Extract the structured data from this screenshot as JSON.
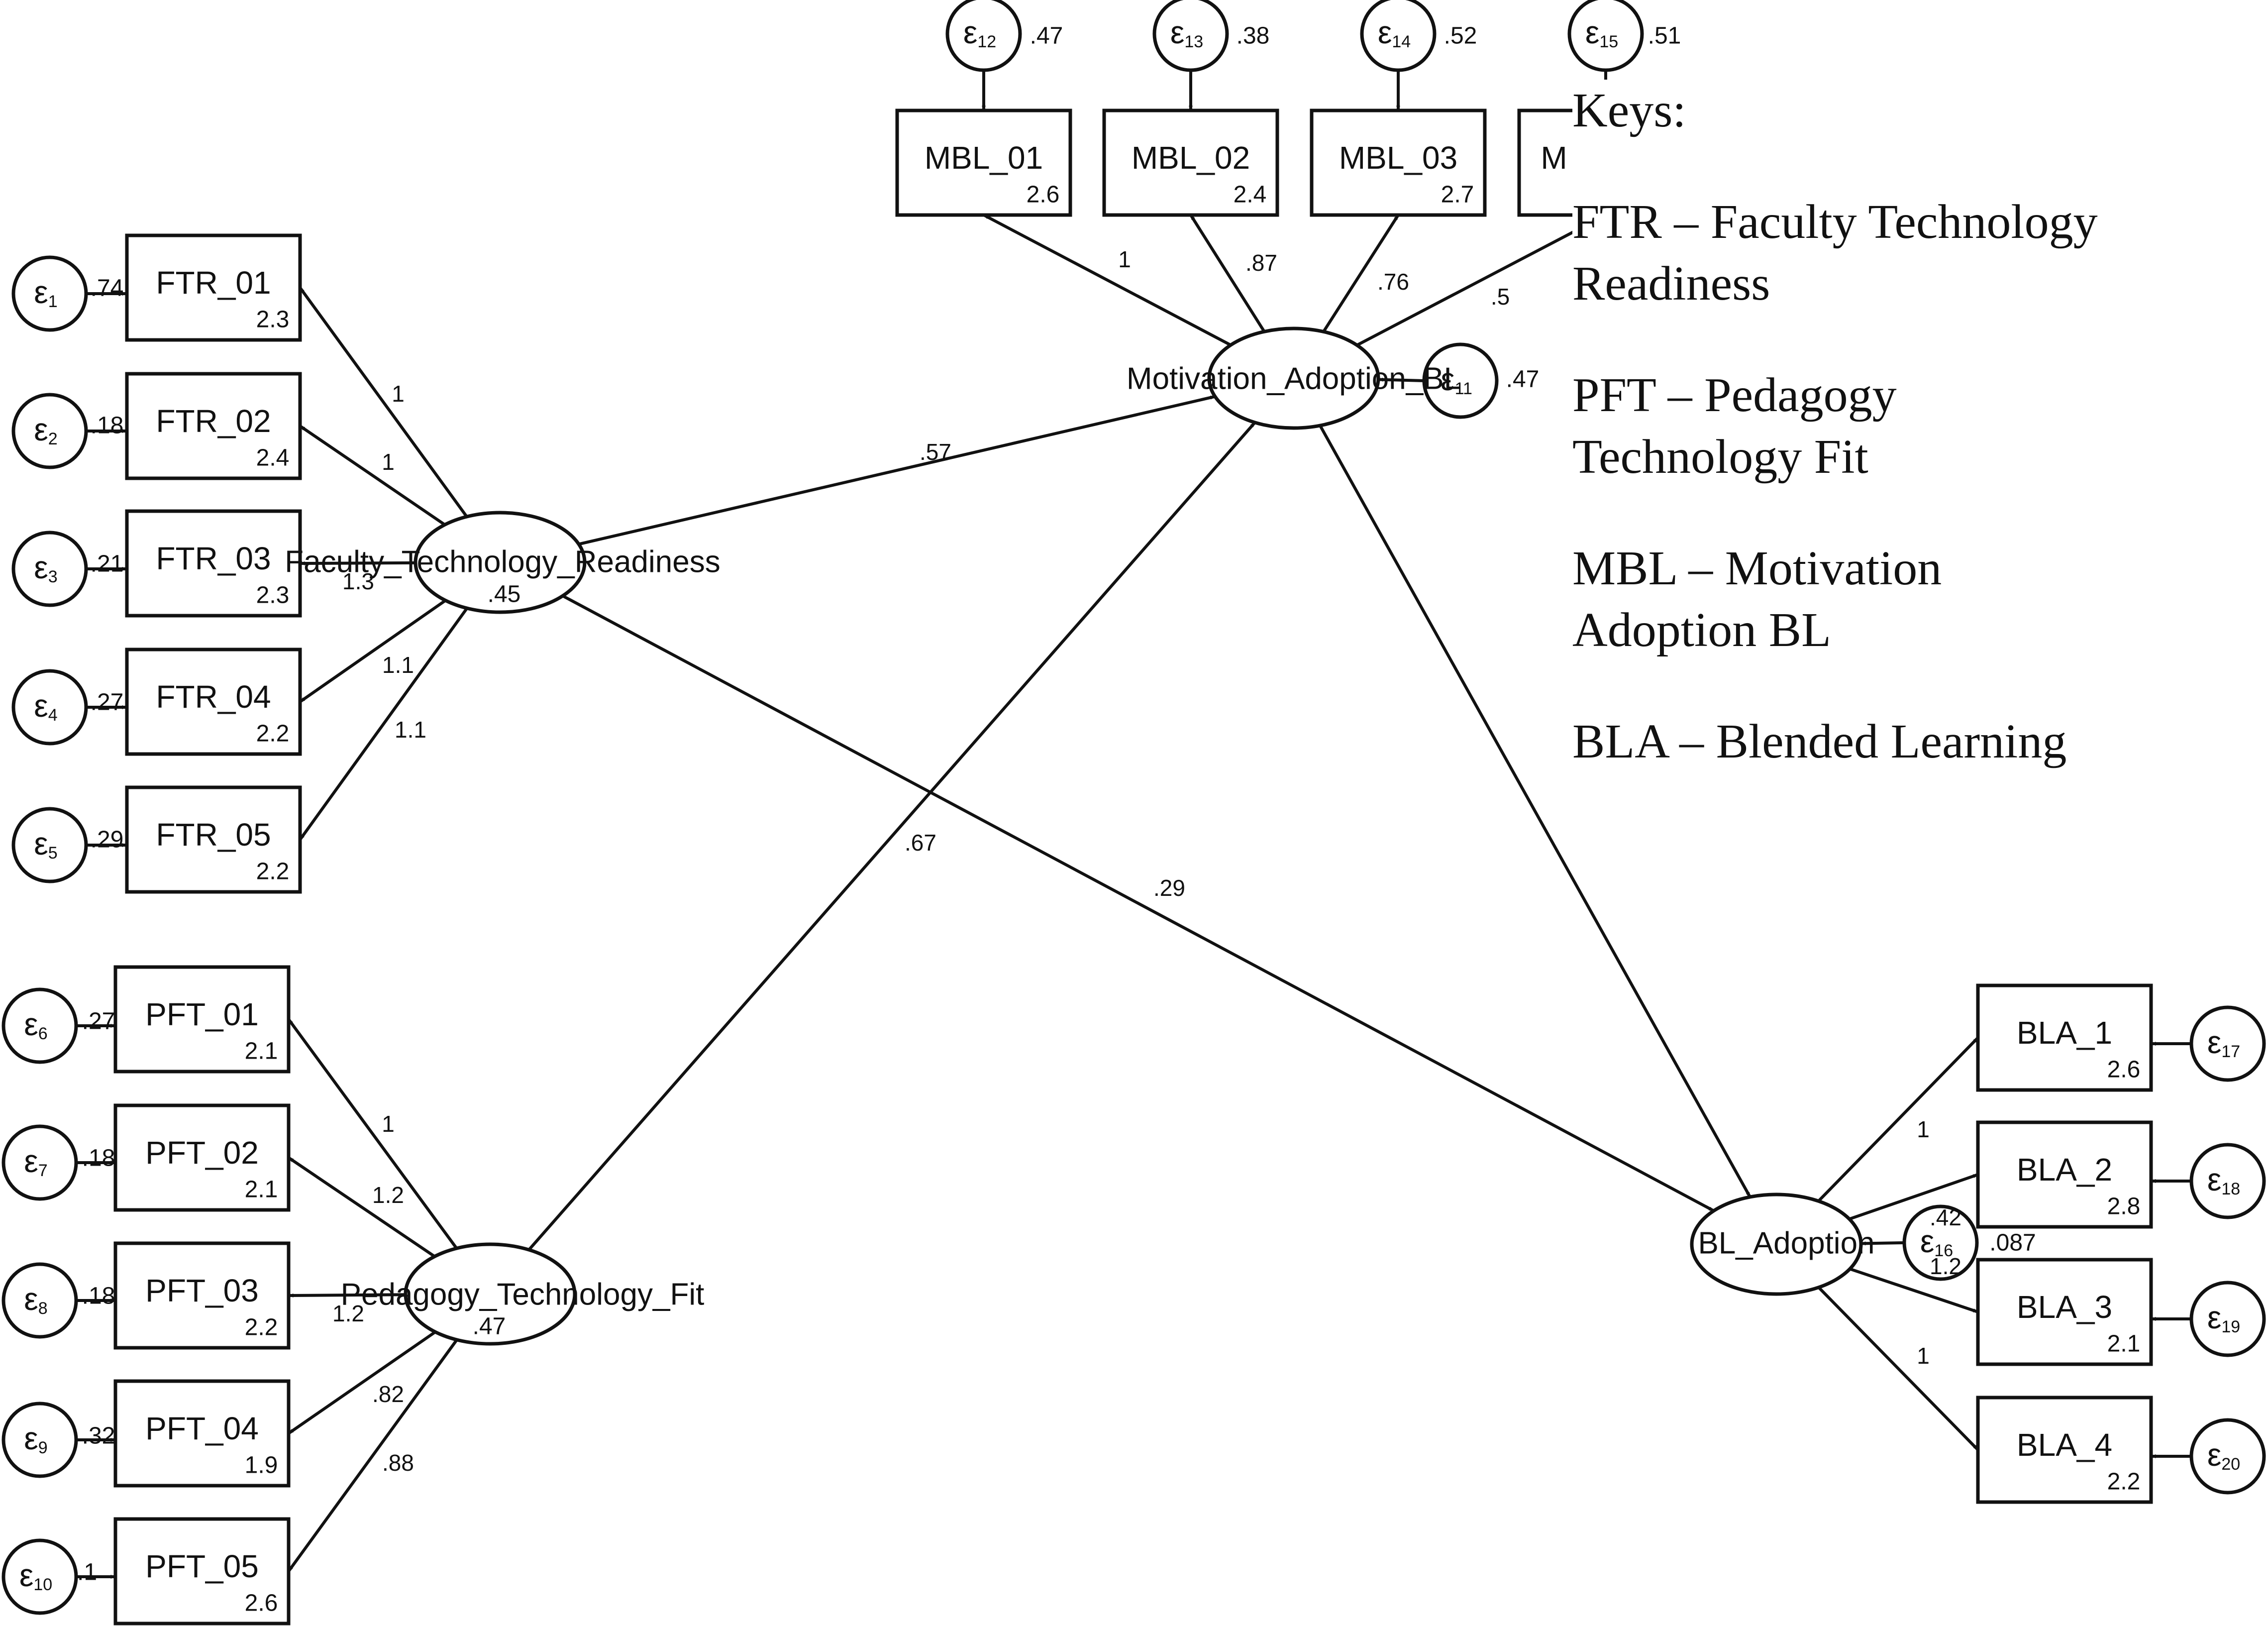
{
  "legend": {
    "title": "Keys:",
    "entries": [
      {
        "line1": "FTR – Faculty Technology",
        "line2": "Readiness"
      },
      {
        "line1": "PFT – Pedagogy",
        "line2": "Technology Fit"
      },
      {
        "line1": "MBL – Motivation",
        "line2": "Adoption BL"
      },
      {
        "line1": "BLA – Blended Learning",
        "line2": ""
      }
    ]
  },
  "latents": [
    {
      "id": "FTR",
      "name": "Faculty_Technology_Readiness",
      "variance": ".45"
    },
    {
      "id": "PFT",
      "name": "Pedagogy_Technology_Fit",
      "variance": ".47"
    },
    {
      "id": "MBL",
      "name": "Motivation_Adoption_BL",
      "variance": ""
    },
    {
      "id": "BLA",
      "name": "BL_Adoption",
      "variance": ""
    }
  ],
  "observed": [
    {
      "id": "FTR_01",
      "label": "FTR_01",
      "intercept": "2.3",
      "latent": "FTR",
      "loading": "1",
      "error": "1",
      "error_var": ".74"
    },
    {
      "id": "FTR_02",
      "label": "FTR_02",
      "intercept": "2.4",
      "latent": "FTR",
      "loading": "1",
      "error": "2",
      "error_var": ".18"
    },
    {
      "id": "FTR_03",
      "label": "FTR_03",
      "intercept": "2.3",
      "latent": "FTR",
      "loading": "1.3",
      "error": "3",
      "error_var": ".21"
    },
    {
      "id": "FTR_04",
      "label": "FTR_04",
      "intercept": "2.2",
      "latent": "FTR",
      "loading": "1.1",
      "error": "4",
      "error_var": ".27"
    },
    {
      "id": "FTR_05",
      "label": "FTR_05",
      "intercept": "2.2",
      "latent": "FTR",
      "loading": "1.1",
      "error": "5",
      "error_var": ".29"
    },
    {
      "id": "PFT_01",
      "label": "PFT_01",
      "intercept": "2.1",
      "latent": "PFT",
      "loading": "1",
      "error": "6",
      "error_var": ".27"
    },
    {
      "id": "PFT_02",
      "label": "PFT_02",
      "intercept": "2.1",
      "latent": "PFT",
      "loading": "1.2",
      "error": "7",
      "error_var": ".18"
    },
    {
      "id": "PFT_03",
      "label": "PFT_03",
      "intercept": "2.2",
      "latent": "PFT",
      "loading": "1.2",
      "error": "8",
      "error_var": ".18"
    },
    {
      "id": "PFT_04",
      "label": "PFT_04",
      "intercept": "1.9",
      "latent": "PFT",
      "loading": ".82",
      "error": "9",
      "error_var": ".32"
    },
    {
      "id": "PFT_05",
      "label": "PFT_05",
      "intercept": "2.6",
      "latent": "PFT",
      "loading": ".88",
      "error": "10",
      "error_var": ".1"
    },
    {
      "id": "MBL_01",
      "label": "MBL_01",
      "intercept": "2.6",
      "latent": "MBL",
      "loading": "1",
      "error": "12",
      "error_var": ".47"
    },
    {
      "id": "MBL_02",
      "label": "MBL_02",
      "intercept": "2.4",
      "latent": "MBL",
      "loading": ".87",
      "error": "13",
      "error_var": ".38"
    },
    {
      "id": "MBL_03",
      "label": "MBL_03",
      "intercept": "2.7",
      "latent": "MBL",
      "loading": ".76",
      "error": "14",
      "error_var": ".52"
    },
    {
      "id": "MBL_04",
      "label": "M",
      "intercept": "",
      "latent": "MBL",
      "loading": ".5",
      "error": "15",
      "error_var": ".51"
    },
    {
      "id": "BLA_1",
      "label": "BLA_1",
      "intercept": "2.6",
      "latent": "BLA",
      "loading": "1",
      "error": "17",
      "error_var": ""
    },
    {
      "id": "BLA_2",
      "label": "BLA_2",
      "intercept": "2.8",
      "latent": "BLA",
      "loading": ".42",
      "error": "18",
      "error_var": ""
    },
    {
      "id": "BLA_3",
      "label": "BLA_3",
      "intercept": "2.1",
      "latent": "BLA",
      "loading": "1.2",
      "error": "19",
      "error_var": ""
    },
    {
      "id": "BLA_4",
      "label": "BLA_4",
      "intercept": "2.2",
      "latent": "BLA",
      "loading": "1",
      "error": "20",
      "error_var": ""
    }
  ],
  "disturbances": [
    {
      "id": "MBL",
      "error": "11",
      "variance": ".47"
    },
    {
      "id": "BLA",
      "error": "16",
      "variance": ".087"
    }
  ],
  "paths": [
    {
      "from": "FTR",
      "to": "MBL",
      "label": ".57"
    },
    {
      "from": "PFT",
      "to": "MBL",
      "label": ".67"
    },
    {
      "from": "FTR",
      "to": "BLA",
      "label": ".29"
    },
    {
      "from": "MBL",
      "to": "BLA",
      "label": ""
    }
  ],
  "epsilon_symbol": "ε"
}
